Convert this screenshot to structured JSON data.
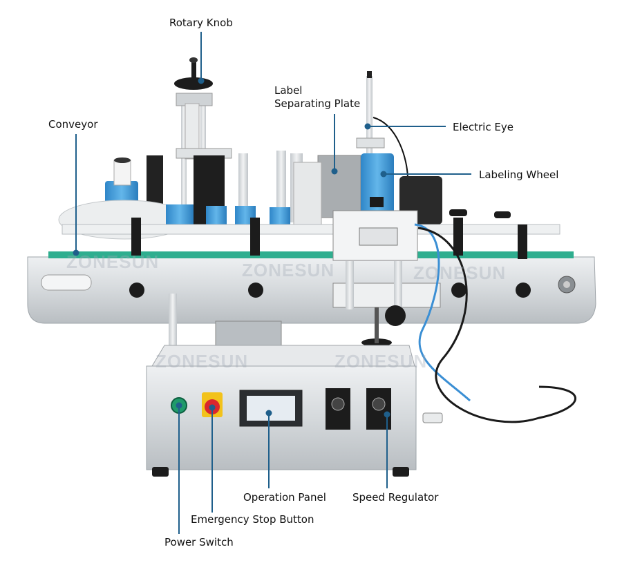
{
  "labels": {
    "rotary_knob": "Rotary Knob",
    "label_separating_plate": "Label\nSeparating Plate",
    "conveyor": "Conveyor",
    "electric_eye": "Electric Eye",
    "labeling_wheel": "Labeling Wheel",
    "operation_panel": "Operation Panel",
    "speed_regulator": "Speed Regulator",
    "emergency_stop_button": "Emergency Stop Button",
    "power_switch": "Power Switch"
  },
  "watermark": "ZONESUN",
  "colors": {
    "leader_line": "#1f5f8b",
    "machine_body": "#d9dcdf",
    "machine_edge": "#9ea4a9",
    "conveyor_belt": "#2fae8f",
    "bottle_label": "#3a9ad9",
    "power_switch": "#1f9a6a",
    "emergency_stop": "#d9272e",
    "emergency_stop_base": "#f2c21b",
    "screen": "#3c78c4"
  }
}
